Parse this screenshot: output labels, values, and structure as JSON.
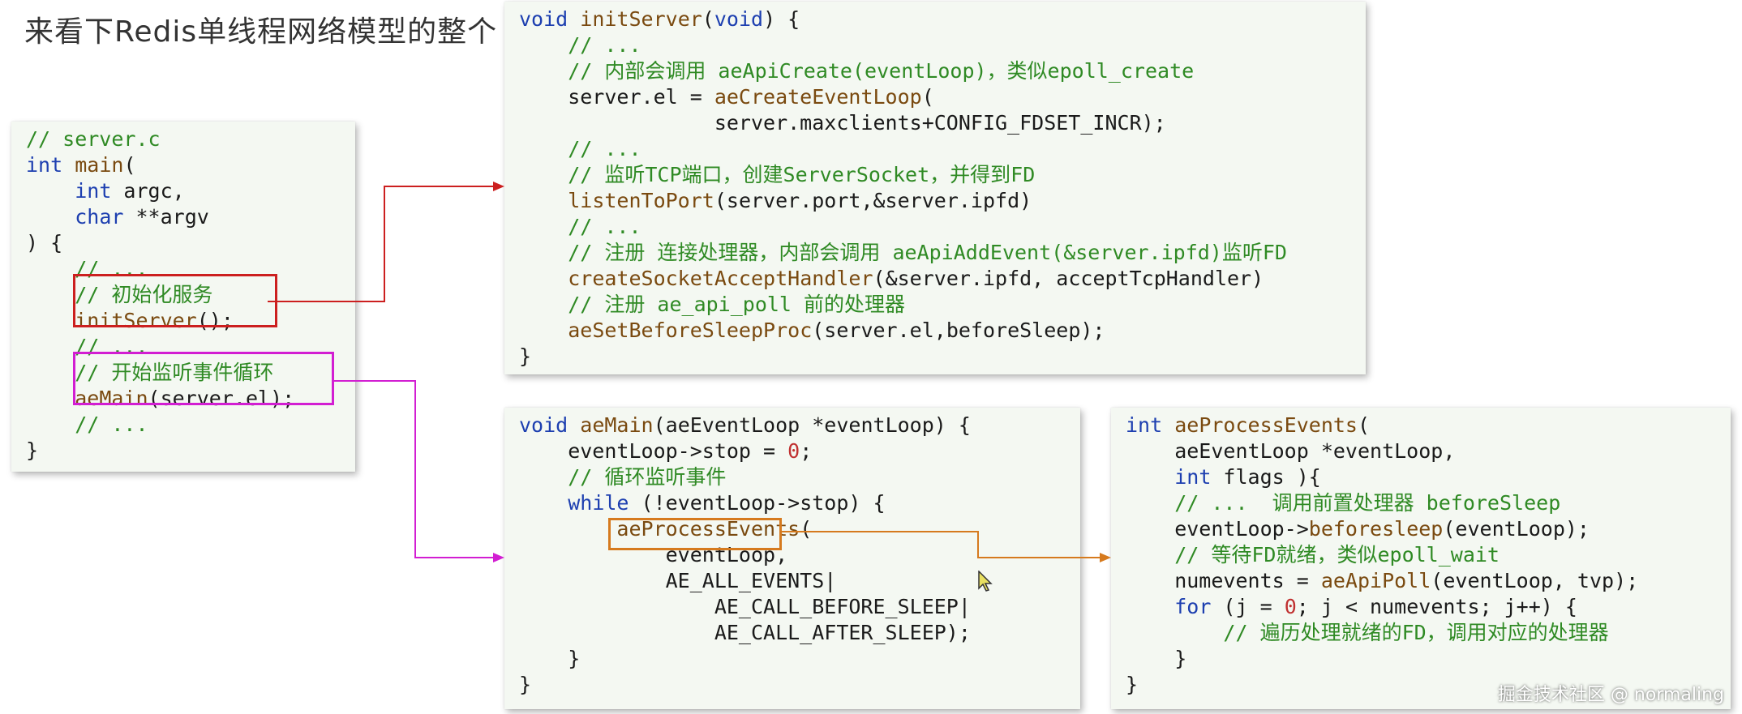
{
  "header": {
    "title": "来看下Redis单线程网络模型的整个"
  },
  "colors": {
    "keyword": "#1d3fb0",
    "function": "#7a4a10",
    "comment": "#2f8a24",
    "number": "#c03030",
    "highlight_red": "#cc1f1f",
    "highlight_magenta": "#d21ed2",
    "highlight_orange": "#d67a1e",
    "panel_bg": "#f4f8f2"
  },
  "panels": {
    "main": {
      "lines": [
        [
          {
            "t": "// server.c",
            "c": "cm"
          }
        ],
        [
          {
            "t": "int",
            "c": "kw"
          },
          {
            "t": " "
          },
          {
            "t": "main",
            "c": "fn"
          },
          {
            "t": "("
          }
        ],
        [
          {
            "t": "    "
          },
          {
            "t": "int",
            "c": "kw"
          },
          {
            "t": " argc,"
          }
        ],
        [
          {
            "t": "    "
          },
          {
            "t": "char",
            "c": "kw"
          },
          {
            "t": " **argv"
          }
        ],
        [
          {
            "t": ") {"
          }
        ],
        [
          {
            "t": "    "
          },
          {
            "t": "// ...",
            "c": "cm"
          }
        ],
        [
          {
            "t": "    "
          },
          {
            "t": "// 初始化服务",
            "c": "cm"
          }
        ],
        [
          {
            "t": "    "
          },
          {
            "t": "initServer",
            "c": "fn"
          },
          {
            "t": "();"
          }
        ],
        [
          {
            "t": "    "
          },
          {
            "t": "// ...",
            "c": "cm"
          }
        ],
        [
          {
            "t": "    "
          },
          {
            "t": "// 开始监听事件循环",
            "c": "cm"
          }
        ],
        [
          {
            "t": "    "
          },
          {
            "t": "aeMain",
            "c": "fn"
          },
          {
            "t": "(server.el);"
          }
        ],
        [
          {
            "t": "    "
          },
          {
            "t": "// ...",
            "c": "cm"
          }
        ],
        [
          {
            "t": "}"
          }
        ]
      ]
    },
    "initServer": {
      "lines": [
        [
          {
            "t": "void",
            "c": "kw"
          },
          {
            "t": " "
          },
          {
            "t": "initServer",
            "c": "fn"
          },
          {
            "t": "("
          },
          {
            "t": "void",
            "c": "kw"
          },
          {
            "t": ") {"
          }
        ],
        [
          {
            "t": "    "
          },
          {
            "t": "// ...",
            "c": "cm"
          }
        ],
        [
          {
            "t": "    "
          },
          {
            "t": "// 内部会调用 aeApiCreate(eventLoop)，类似epoll_create",
            "c": "cm"
          }
        ],
        [
          {
            "t": "    server.el = "
          },
          {
            "t": "aeCreateEventLoop",
            "c": "fn"
          },
          {
            "t": "("
          }
        ],
        [
          {
            "t": "                server.maxclients+CONFIG_FDSET_INCR);"
          }
        ],
        [
          {
            "t": "    "
          },
          {
            "t": "// ...",
            "c": "cm"
          }
        ],
        [
          {
            "t": "    "
          },
          {
            "t": "// 监听TCP端口，创建ServerSocket，并得到FD",
            "c": "cm"
          }
        ],
        [
          {
            "t": "    "
          },
          {
            "t": "listenToPort",
            "c": "fn"
          },
          {
            "t": "(server.port,&server.ipfd)"
          }
        ],
        [
          {
            "t": "    "
          },
          {
            "t": "// ...",
            "c": "cm"
          }
        ],
        [
          {
            "t": "    "
          },
          {
            "t": "// 注册 连接处理器，内部会调用 aeApiAddEvent(&server.ipfd)监听FD",
            "c": "cm"
          }
        ],
        [
          {
            "t": "    "
          },
          {
            "t": "createSocketAcceptHandler",
            "c": "fn"
          },
          {
            "t": "(&server.ipfd, acceptTcpHandler)"
          }
        ],
        [
          {
            "t": "    "
          },
          {
            "t": "// 注册 ae_api_poll 前的处理器",
            "c": "cm"
          }
        ],
        [
          {
            "t": "    "
          },
          {
            "t": "aeSetBeforeSleepProc",
            "c": "fn"
          },
          {
            "t": "(server.el,beforeSleep);"
          }
        ],
        [
          {
            "t": "}"
          }
        ]
      ]
    },
    "aeMain": {
      "lines": [
        [
          {
            "t": "void",
            "c": "kw"
          },
          {
            "t": " "
          },
          {
            "t": "aeMain",
            "c": "fn"
          },
          {
            "t": "(aeEventLoop *eventLoop) {"
          }
        ],
        [
          {
            "t": "    eventLoop->stop = "
          },
          {
            "t": "0",
            "c": "num"
          },
          {
            "t": ";"
          }
        ],
        [
          {
            "t": "    "
          },
          {
            "t": "// 循环监听事件",
            "c": "cm"
          }
        ],
        [
          {
            "t": "    "
          },
          {
            "t": "while",
            "c": "kw"
          },
          {
            "t": " (!eventLoop->stop) {"
          }
        ],
        [
          {
            "t": "        "
          },
          {
            "t": "aeProcessEvents",
            "c": "fn"
          },
          {
            "t": "("
          }
        ],
        [
          {
            "t": "            eventLoop,"
          }
        ],
        [
          {
            "t": "            AE_ALL_EVENTS|"
          }
        ],
        [
          {
            "t": "                AE_CALL_BEFORE_SLEEP|"
          }
        ],
        [
          {
            "t": "                AE_CALL_AFTER_SLEEP);"
          }
        ],
        [
          {
            "t": "    }"
          }
        ],
        [
          {
            "t": "}"
          }
        ]
      ]
    },
    "aeProcessEvents": {
      "lines": [
        [
          {
            "t": "int",
            "c": "kw"
          },
          {
            "t": " "
          },
          {
            "t": "aeProcessEvents",
            "c": "fn"
          },
          {
            "t": "("
          }
        ],
        [
          {
            "t": "    aeEventLoop *eventLoop,"
          }
        ],
        [
          {
            "t": "    "
          },
          {
            "t": "int",
            "c": "kw"
          },
          {
            "t": " flags ){"
          }
        ],
        [
          {
            "t": "    "
          },
          {
            "t": "// ...  调用前置处理器 beforeSleep",
            "c": "cm"
          }
        ],
        [
          {
            "t": "    eventLoop->"
          },
          {
            "t": "beforesleep",
            "c": "fn"
          },
          {
            "t": "(eventLoop);"
          }
        ],
        [
          {
            "t": "    "
          },
          {
            "t": "// 等待FD就绪，类似epoll_wait",
            "c": "cm"
          }
        ],
        [
          {
            "t": "    numevents = "
          },
          {
            "t": "aeApiPoll",
            "c": "fn"
          },
          {
            "t": "(eventLoop, tvp);"
          }
        ],
        [
          {
            "t": "    "
          },
          {
            "t": "for",
            "c": "kw"
          },
          {
            "t": " (j = "
          },
          {
            "t": "0",
            "c": "num"
          },
          {
            "t": "; j < numevents; j++) {"
          }
        ],
        [
          {
            "t": "        "
          },
          {
            "t": "// 遍历处理就绪的FD，调用对应的处理器",
            "c": "cm"
          }
        ],
        [
          {
            "t": "    }"
          }
        ],
        [
          {
            "t": "}"
          }
        ]
      ]
    }
  },
  "watermark": "掘金技术社区 @ normaling"
}
